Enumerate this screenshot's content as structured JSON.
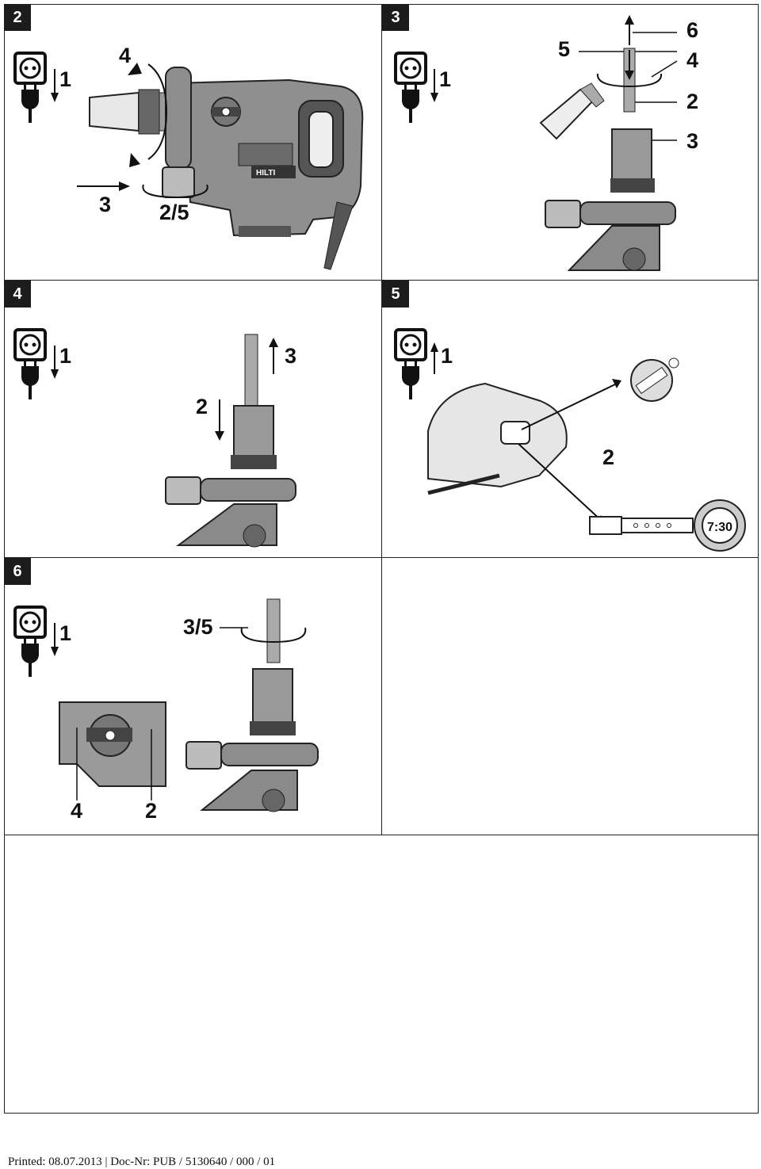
{
  "panels": [
    {
      "number": "2",
      "labels": {
        "step1": "1",
        "step4": "4",
        "step3": "3",
        "step25": "2/5"
      }
    },
    {
      "number": "3",
      "labels": {
        "step1": "1",
        "step5": "5",
        "step6": "6",
        "step4": "4",
        "step2": "2",
        "step3": "3"
      }
    },
    {
      "number": "4",
      "labels": {
        "step1": "1",
        "step2": "2",
        "step3": "3"
      }
    },
    {
      "number": "5",
      "labels": {
        "step1": "1",
        "step2": "2",
        "watch": "7:30"
      }
    },
    {
      "number": "6",
      "labels": {
        "step1": "1",
        "step35": "3/5",
        "step4": "4",
        "step2": "2"
      }
    }
  ],
  "footer": "Printed: 08.07.2013 | Doc-Nr: PUB / 5130640 / 000 / 01"
}
